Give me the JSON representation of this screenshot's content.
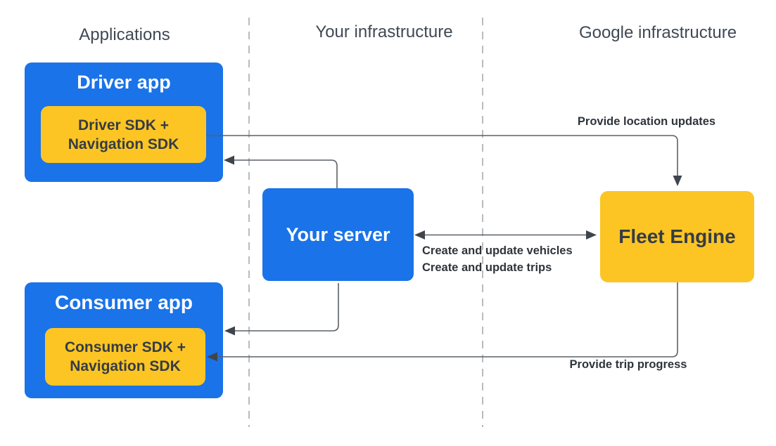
{
  "palette": {
    "blue": "#1A73E8",
    "yellow": "#FCC524",
    "box_text_dark": "#363C44",
    "box_text_light": "#FFFFFF",
    "arrow_line": "#5A6066",
    "arrow_head": "#3F454C",
    "arrow_label_text": "#2E343B",
    "dashed_divider": "#A7ABAF",
    "header_text": "#3E4954"
  },
  "columns": [
    {
      "label": "Applications"
    },
    {
      "label": "Your infrastructure"
    },
    {
      "label": "Google infrastructure"
    }
  ],
  "nodes": {
    "driver_app": {
      "title": "Driver app",
      "sdk_lines": [
        "Driver SDK +",
        "Navigation SDK"
      ]
    },
    "consumer_app": {
      "title": "Consumer app",
      "sdk_lines": [
        "Consumer SDK +",
        "Navigation SDK"
      ]
    },
    "your_server": {
      "title": "Your server"
    },
    "fleet_engine": {
      "title": "Fleet Engine"
    }
  },
  "edges": {
    "provide_location_updates": {
      "label": "Provide location updates",
      "from": "Driver SDK + Navigation SDK",
      "to": "Fleet Engine"
    },
    "server_to_driver_app": {
      "label": "",
      "from": "Your server",
      "to": "Driver app"
    },
    "create_and_update": {
      "lines": [
        "Create and update vehicles",
        "Create and update trips"
      ],
      "from": "Your server",
      "to": "Fleet Engine",
      "direction": "bidirectional"
    },
    "server_to_consumer_app": {
      "label": "",
      "from": "Your server",
      "to": "Consumer app"
    },
    "provide_trip_progress": {
      "label": "Provide trip progress",
      "from": "Fleet Engine",
      "to": "Consumer SDK + Navigation SDK"
    }
  }
}
